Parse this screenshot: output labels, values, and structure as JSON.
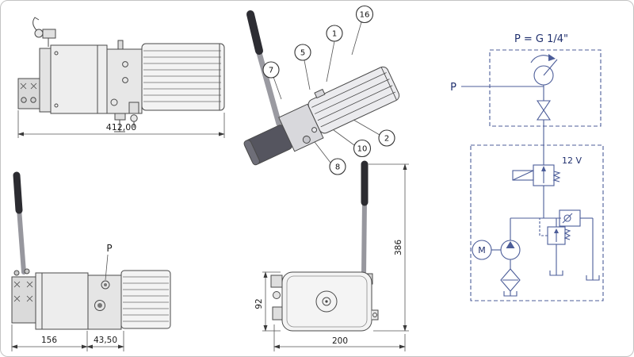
{
  "drawing": {
    "top_side_view": {
      "dim_overall_length": "412,00"
    },
    "iso_view": {
      "callouts": [
        "7",
        "5",
        "1",
        "16",
        "2",
        "10",
        "8"
      ]
    },
    "schematic": {
      "title": "P = G 1/4\"",
      "port_label": "P",
      "voltage_label": "12 V",
      "motor_label": "M"
    },
    "front_side_view": {
      "port_label": "P",
      "dim_left_section": "156",
      "dim_pump_section": "43,50"
    },
    "end_view": {
      "dim_tank_height": "92",
      "dim_overall_width": "200",
      "dim_overall_height": "386"
    }
  }
}
